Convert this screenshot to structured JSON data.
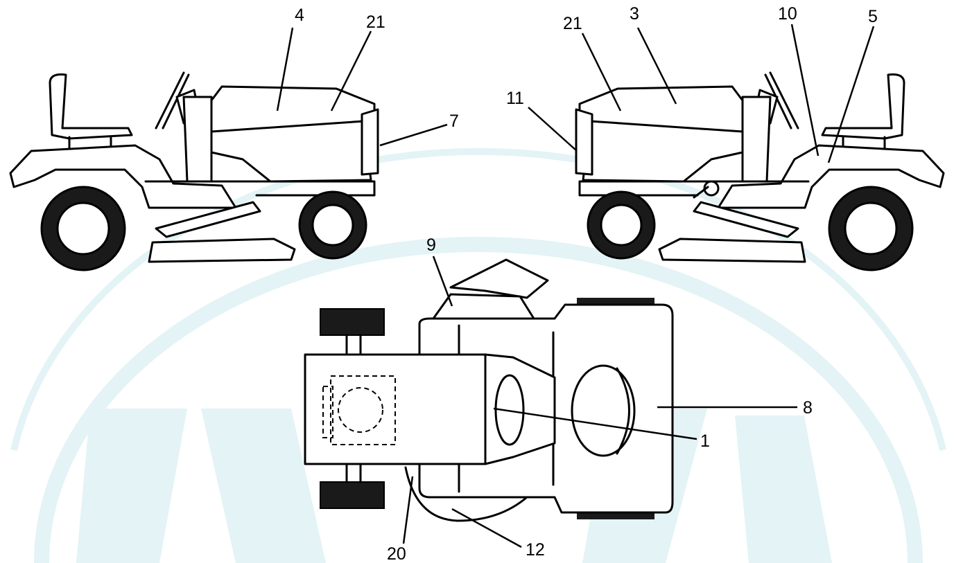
{
  "diagram": {
    "labels": [
      {
        "id": "left-4",
        "text": "4"
      },
      {
        "id": "left-21",
        "text": "21"
      },
      {
        "id": "left-7",
        "text": "7"
      },
      {
        "id": "right-21",
        "text": "21"
      },
      {
        "id": "right-3",
        "text": "3"
      },
      {
        "id": "right-10",
        "text": "10"
      },
      {
        "id": "right-5",
        "text": "5"
      },
      {
        "id": "right-11",
        "text": "11"
      },
      {
        "id": "top-9",
        "text": "9"
      },
      {
        "id": "top-8",
        "text": "8"
      },
      {
        "id": "top-1",
        "text": "1"
      },
      {
        "id": "top-20",
        "text": "20"
      },
      {
        "id": "top-12",
        "text": "12"
      }
    ]
  }
}
